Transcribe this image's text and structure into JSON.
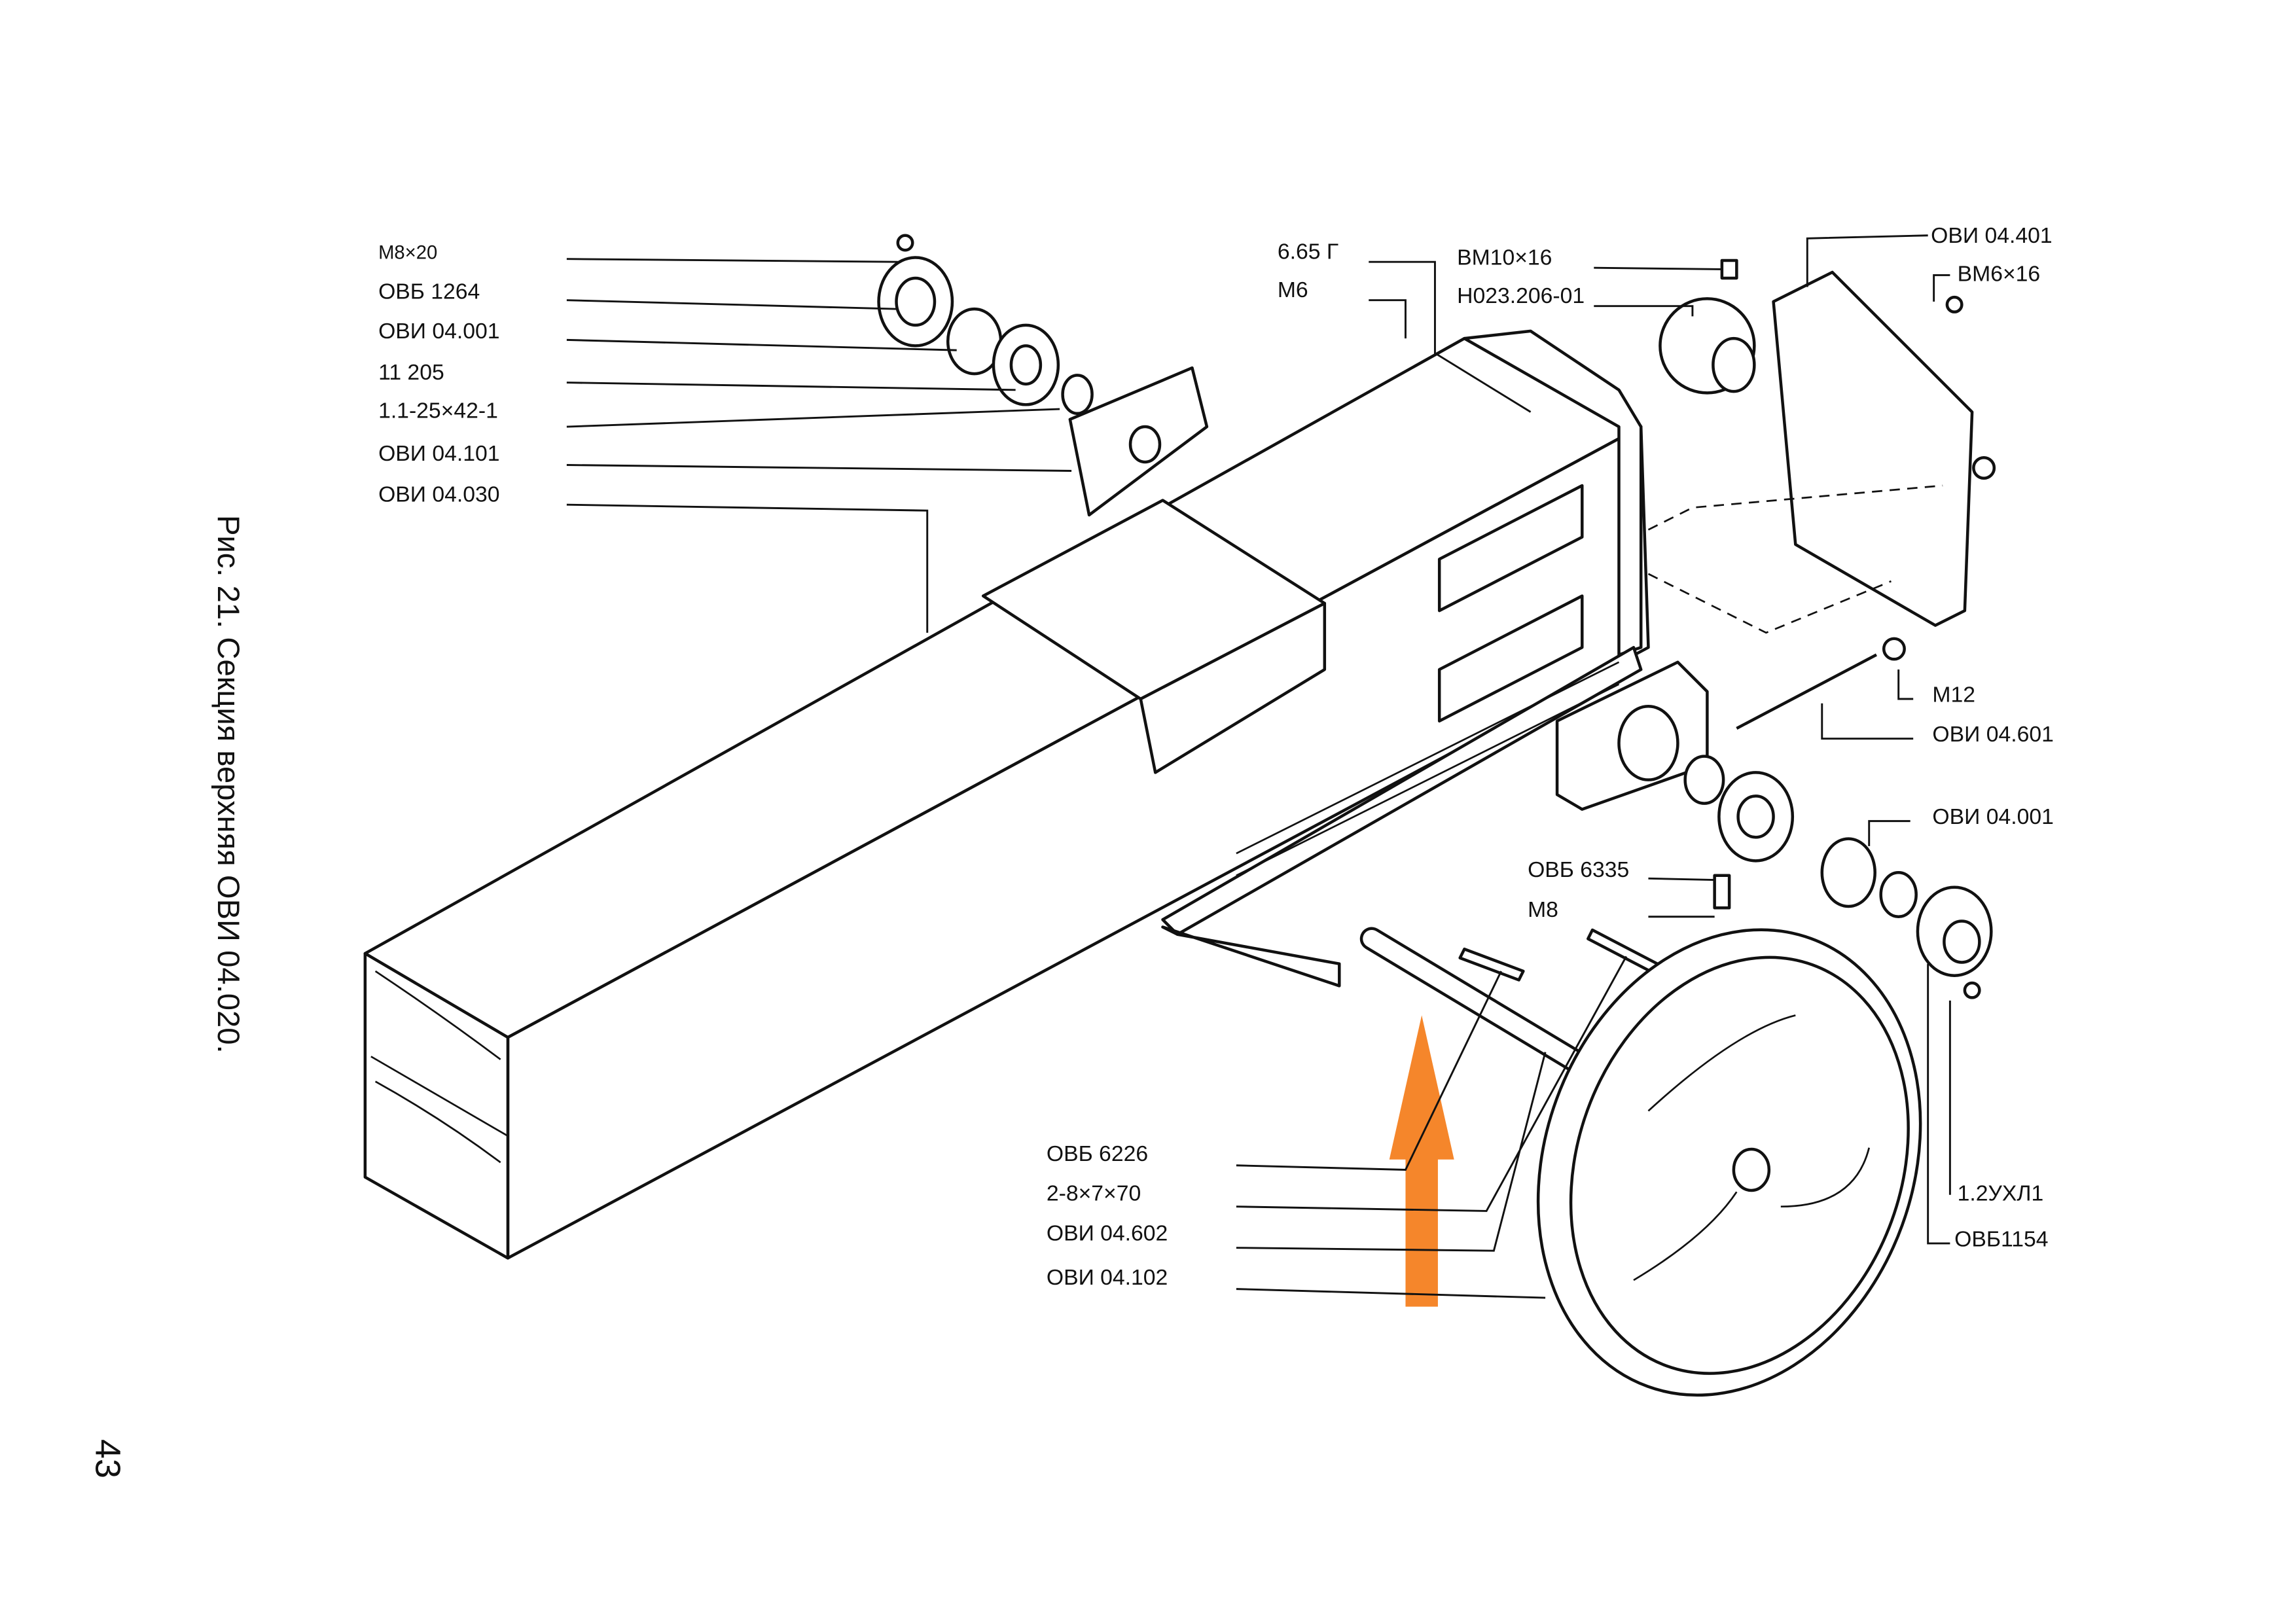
{
  "caption": "Рис. 21. Секция верхняя ОВИ 04.020.",
  "page_number": "43",
  "arrow_color": "#F5862B",
  "labels_left": [
    "М8×20",
    "ОВБ 1264",
    "ОВИ 04.001",
    "11 205",
    "1.1-25×42-1",
    "ОВИ 04.101",
    "ОВИ 04.030"
  ],
  "labels_top_center": [
    "6.65 Г",
    "М6",
    "ВМ10×16",
    "Н023.206-01"
  ],
  "labels_right": [
    "ОВИ 04.401",
    "ВМ6×16",
    "М12",
    "ОВИ 04.601",
    "ОВИ 04.001",
    "1.2УХЛ1",
    "ОВБ1154"
  ],
  "labels_mid": [
    "ОВБ 6335",
    "М8"
  ],
  "labels_bottom": [
    "ОВБ 6226",
    "2-8×7×70",
    "ОВИ 04.602",
    "ОВИ 04.102"
  ]
}
